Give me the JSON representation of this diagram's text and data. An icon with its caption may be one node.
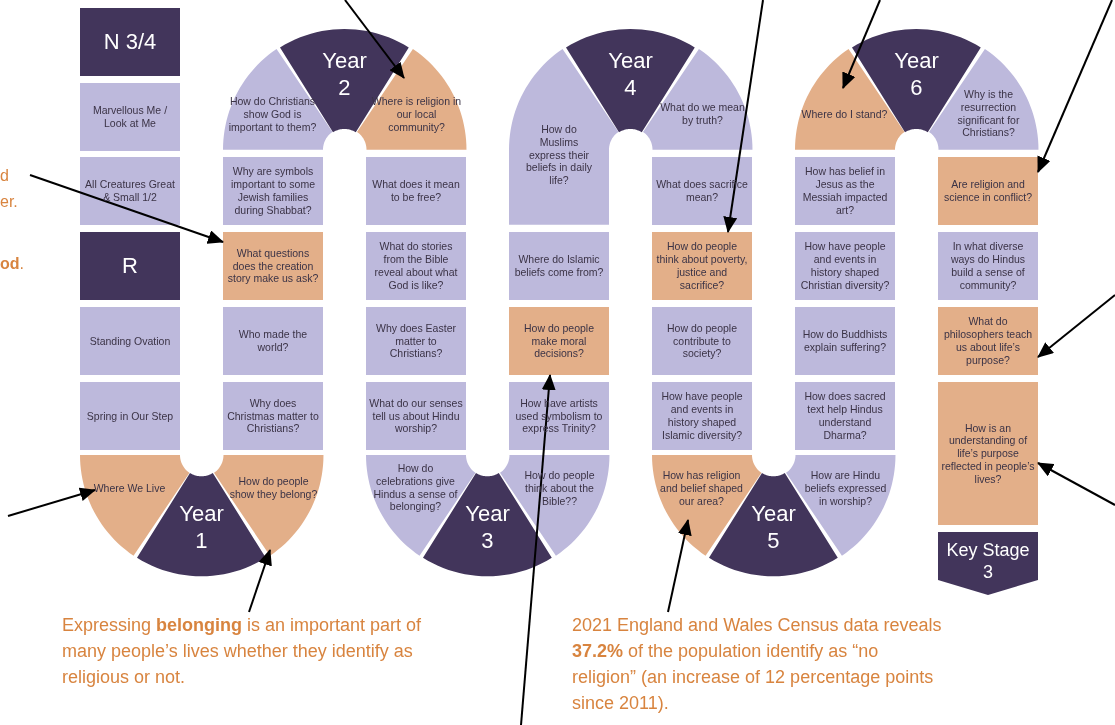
{
  "diagram": {
    "nodes": [
      {
        "text": [
          "N 3/4"
        ]
      },
      {
        "text": [
          "Marvellous Me / Look at Me"
        ]
      },
      {
        "text": [
          "All Creatures Great & Small 1/2"
        ]
      },
      {
        "text": [
          "R"
        ]
      },
      {
        "text": [
          "Standing Ovation"
        ]
      },
      {
        "text": [
          "Spring in Our Step"
        ]
      },
      {
        "text": [
          "Where We Live"
        ]
      },
      {
        "text": [
          "Year 1"
        ]
      },
      {
        "text": [
          "How do people show they belong?"
        ]
      },
      {
        "text": [
          "Why does Christmas matter to Christians?"
        ]
      },
      {
        "text": [
          "Who made the world?"
        ]
      },
      {
        "text": [
          "What questions does the creation story make us ask?"
        ]
      },
      {
        "text": [
          "Why are symbols important to some Jewish families during Shabbat?"
        ]
      },
      {
        "text": [
          "How do Christians show God is important to them?"
        ]
      },
      {
        "text": [
          "Year 2"
        ]
      },
      {
        "text": [
          "Where is religion in our local community?"
        ]
      },
      {
        "text": [
          "What does it mean to be free?"
        ]
      },
      {
        "text": [
          "What do stories from the Bible reveal about what God is like?"
        ]
      },
      {
        "text": [
          "Why does Easter matter to Christians?"
        ]
      },
      {
        "text": [
          "What do our senses tell us about Hindu worship?"
        ]
      },
      {
        "text": [
          "How do celebrations give Hindus a sense of belonging?"
        ]
      },
      {
        "text": [
          "Year 3"
        ]
      },
      {
        "text": [
          "How do people think about the Bible??"
        ]
      },
      {
        "text": [
          "How have artists used symbolism to express Trinity?"
        ]
      },
      {
        "text": [
          "How do people make moral decisions?"
        ]
      },
      {
        "text": [
          "Where do Islamic beliefs come from?"
        ]
      },
      {
        "text": [
          "How do Muslims express their beliefs in daily life?"
        ]
      },
      {
        "text": [
          "Year 4"
        ]
      },
      {
        "text": [
          "What do we mean by truth?"
        ]
      },
      {
        "text": [
          "What does sacrifice mean?"
        ]
      },
      {
        "text": [
          "How do people think about poverty, justice and sacrifice?"
        ]
      },
      {
        "text": [
          "How do people contribute to society?"
        ]
      },
      {
        "text": [
          "How have people and events in history shaped Islamic diversity?"
        ]
      },
      {
        "text": [
          "How has religion and belief shaped our area?"
        ]
      },
      {
        "text": [
          "Year 5"
        ]
      },
      {
        "text": [
          "How are Hindu beliefs expressed in worship?"
        ]
      },
      {
        "text": [
          "How does sacred text help Hindus understand Dharma?"
        ]
      },
      {
        "text": [
          "How do Buddhists explain suffering?"
        ]
      },
      {
        "text": [
          "How have people and events in history shaped Christian diversity?"
        ]
      },
      {
        "text": [
          "How has belief in Jesus as the Messiah impacted art?"
        ]
      },
      {
        "text": [
          "Where do I stand?"
        ]
      },
      {
        "text": [
          "Year 6"
        ]
      },
      {
        "text": [
          "Why is the resurrection significant for Christians?"
        ]
      },
      {
        "text": [
          "Are religion and science in conflict?"
        ]
      },
      {
        "text": [
          "In what diverse ways do Hindus build a sense of community?"
        ]
      },
      {
        "text": [
          "What do philosophers teach us about life’s purpose?"
        ]
      },
      {
        "text": [
          "How is an understanding of life’s purpose reflected in people’s lives?"
        ]
      },
      {
        "text": [
          "Key Stage 3"
        ]
      },
      {
        "text": [
          "Expressing **belonging** is an important part of many people’s lives whether they identify as religious or not."
        ]
      },
      {
        "text": [
          "2021 England and Wales Census data reveals **37.2%** of the population identify as “no religion” (an increase of 12 percentage points since 2011)."
        ]
      }
    ],
    "edges": [
      {
        "from": null,
        "to": 15,
        "arrow": "to"
      },
      {
        "from": null,
        "to": 11,
        "arrow": "to"
      },
      {
        "from": null,
        "to": 6,
        "arrow": "to"
      },
      {
        "from": 48,
        "to": 8,
        "arrow": "to"
      },
      {
        "from": null,
        "to": 24,
        "arrow": "to"
      },
      {
        "from": null,
        "to": 30,
        "arrow": "to"
      },
      {
        "from": 49,
        "to": 33,
        "arrow": "to"
      },
      {
        "from": null,
        "to": 40,
        "arrow": "to"
      },
      {
        "from": null,
        "to": 43,
        "arrow": "to"
      },
      {
        "from": null,
        "to": 45,
        "arrow": "to"
      },
      {
        "from": null,
        "to": 46,
        "arrow": "to"
      }
    ],
    "labels": [
      "d",
      "er.",
      "**od**."
    ]
  }
}
